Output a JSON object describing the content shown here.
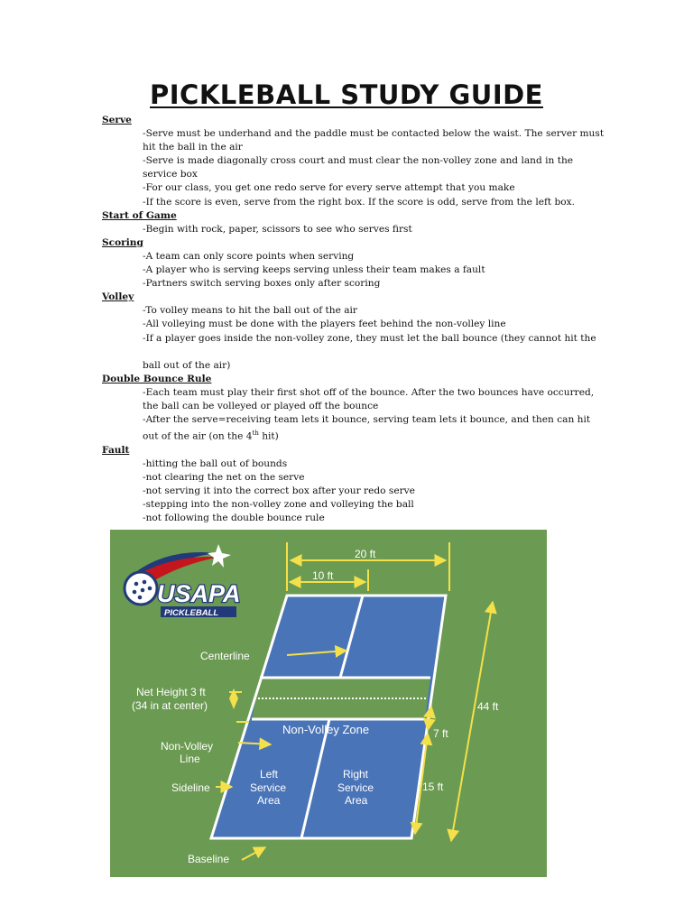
{
  "title": "PICKLEBALL STUDY GUIDE",
  "sections": {
    "serve": {
      "heading": "Serve",
      "lines": [
        "-Serve must be underhand and the paddle must be contacted below the waist.  The server must hit the ball in the air",
        "-Serve is made diagonally cross court and must clear the non-volley zone and land in the service box",
        "-For our class, you get one redo serve for every serve attempt that you make",
        "-If the score is even, serve from the right box.  If the score is odd, serve from the left box."
      ]
    },
    "start": {
      "heading": "Start of Game",
      "lines": [
        "-Begin with rock, paper, scissors to see who serves first"
      ]
    },
    "scoring": {
      "heading": "Scoring",
      "lines": [
        "-A team can only score points when serving",
        "-A player who is serving keeps serving unless their team makes a fault",
        "-Partners switch serving boxes only after scoring"
      ]
    },
    "volley": {
      "heading": "Volley",
      "lines": [
        "-To volley means to hit the ball out of the air",
        "-All volleying must be done with the players feet behind the non-volley line",
        "-If a player goes inside the non-volley zone, they must let the ball bounce (they cannot hit the",
        "ball out of the air)"
      ]
    },
    "double": {
      "heading": "Double Bounce Rule",
      "lines": [
        "-Each team must play their first shot off of the bounce.  After the two bounces have occurred, the ball can be volleyed or played off the bounce",
        "-After the serve=receiving team lets it bounce, serving team lets it bounce, and then can hit out of the air (on the 4"
      ],
      "sup": "th",
      "tail": " hit)"
    },
    "fault": {
      "heading": "Fault",
      "lines": [
        "-hitting the ball out of bounds",
        "-not clearing the net on the serve",
        "-not serving it into the correct box after your redo serve",
        "-stepping into the non-volley zone and volleying the ball",
        "-not following the double bounce rule"
      ]
    }
  },
  "diagram": {
    "logo_text": "USAPA",
    "logo_sub": "PICKLEBALL",
    "labels": {
      "width_20": "20 ft",
      "width_10": "10 ft",
      "centerline": "Centerline",
      "net_height_1": "Net Height 3 ft",
      "net_height_2": "(34 in at center)",
      "nvz": "Non-Volley Zone",
      "nvl_1": "Non-Volley",
      "nvl_2": "Line",
      "sideline": "Sideline",
      "left_1": "Left",
      "left_2": "Service",
      "left_3": "Area",
      "right_1": "Right",
      "right_2": "Service",
      "right_3": "Area",
      "length_44": "44 ft",
      "length_7": "7 ft",
      "length_15": "15 ft",
      "baseline": "Baseline"
    },
    "colors": {
      "background": "#6b9a52",
      "court": "#4a74b8",
      "lines": "#ffffff",
      "arrows": "#f4e04a"
    }
  }
}
